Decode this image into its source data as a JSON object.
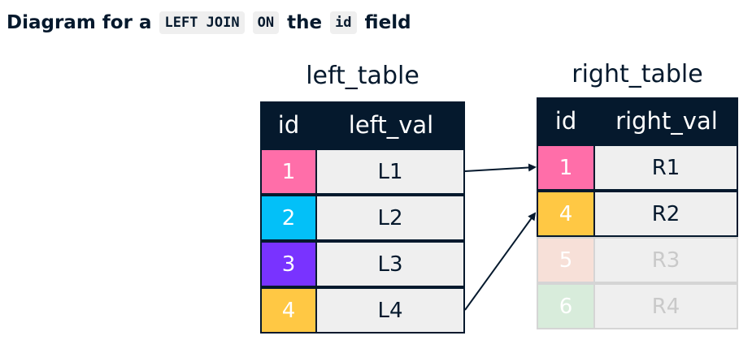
{
  "title": {
    "prefix": "Diagram for a",
    "join_code": "LEFT JOIN",
    "on_code": "ON",
    "middle": "the",
    "field_code": "id",
    "suffix": "field"
  },
  "left_table": {
    "name": "left_table",
    "headers": [
      "id",
      "left_val"
    ],
    "rows": [
      {
        "id": "1",
        "val": "L1",
        "color": "#ff6ea9"
      },
      {
        "id": "2",
        "val": "L2",
        "color": "#03c0f8"
      },
      {
        "id": "3",
        "val": "L3",
        "color": "#7933ff"
      },
      {
        "id": "4",
        "val": "L4",
        "color": "#ffc844"
      }
    ]
  },
  "right_table": {
    "name": "right_table",
    "headers": [
      "id",
      "right_val"
    ],
    "rows": [
      {
        "id": "1",
        "val": "R1",
        "color": "#ff6ea9",
        "matched": true
      },
      {
        "id": "4",
        "val": "R2",
        "color": "#ffc844",
        "matched": true
      },
      {
        "id": "5",
        "val": "R3",
        "color": "#f7e0d8",
        "matched": false
      },
      {
        "id": "6",
        "val": "R4",
        "color": "#d8ecdb",
        "matched": false
      }
    ]
  },
  "join_links": [
    {
      "from": "1",
      "to": "1"
    },
    {
      "from": "4",
      "to": "4"
    }
  ],
  "colors": {
    "header_bg": "#05192d",
    "value_cell_bg": "#efefef",
    "code_bg": "#efefef"
  }
}
